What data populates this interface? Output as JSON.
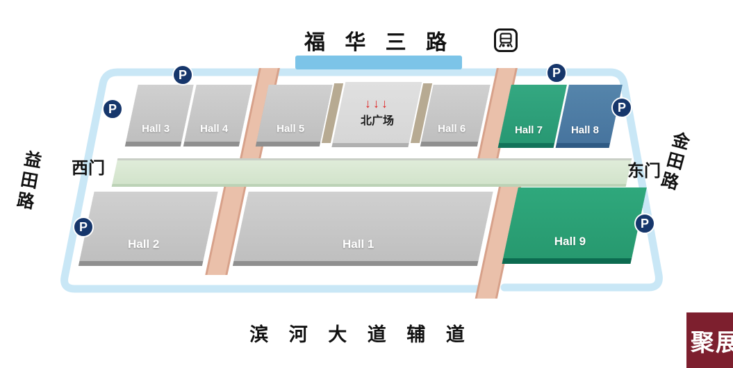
{
  "roads": {
    "top": "福 华 三 路",
    "bottom": "滨 河 大 道 辅 道",
    "left": "益田路",
    "right": "金田路"
  },
  "gates": {
    "west": "西门",
    "east": "东门"
  },
  "plaza": {
    "label": "北广场",
    "arrows": "↓↓↓"
  },
  "parking": {
    "label": "P"
  },
  "halls": {
    "hall1": {
      "label": "Hall 1",
      "color": "#c6c6c6"
    },
    "hall2": {
      "label": "Hall 2",
      "color": "#c6c6c6"
    },
    "hall3": {
      "label": "Hall 3",
      "color": "#c6c6c6"
    },
    "hall4": {
      "label": "Hall 4",
      "color": "#c6c6c6"
    },
    "hall5": {
      "label": "Hall 5",
      "color": "#c6c6c6"
    },
    "hall6": {
      "label": "Hall 6",
      "color": "#c6c6c6"
    },
    "hall7": {
      "label": "Hall 7",
      "color": "#2b9f7a"
    },
    "hall8": {
      "label": "Hall 8",
      "color": "#4f7ca3"
    },
    "hall9": {
      "label": "Hall 9",
      "color": "#2aa075"
    }
  },
  "icons": {
    "metro": "metro-station-icon",
    "parking": "parking-icon"
  },
  "watermark": "聚展",
  "colors": {
    "road_outline": "#c9e7f6",
    "road_bar": "#7cc4e8",
    "corridor": "#d8e7d3",
    "walkway": "#eac0aa",
    "parking_bg": "#16366b",
    "arrow_red": "#e02020",
    "watermark_bg": "#7d1f2e"
  }
}
